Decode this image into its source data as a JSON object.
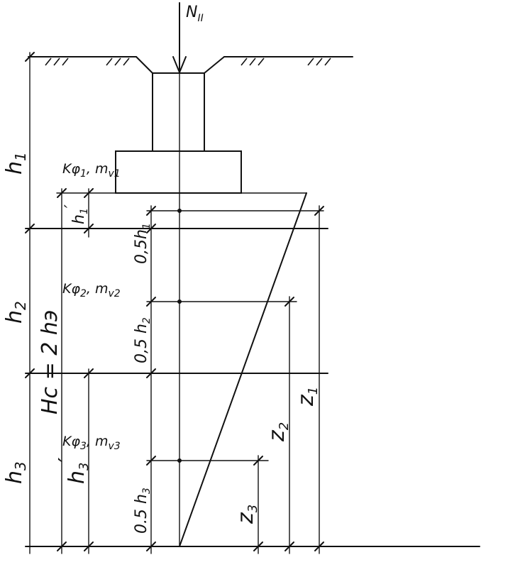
{
  "load_label": "N",
  "load_subscript": "II",
  "layers": [
    {
      "depth_label": "h",
      "depth_sub": "1",
      "props": "Kφ",
      "props_sub": "1",
      "props_m": ", m",
      "props_m_sub": "v1"
    },
    {
      "depth_label": "h",
      "depth_sub": "2",
      "props": "Kφ",
      "props_sub": "2",
      "props_m": ", m",
      "props_m_sub": "v2"
    },
    {
      "depth_label": "h",
      "depth_sub": "3",
      "props": "Kφ",
      "props_sub": "3",
      "props_m": ", m",
      "props_m_sub": "v3"
    }
  ],
  "h1_prime": "h",
  "h1_prime_sub": "1",
  "h3_prime": "h",
  "h3_prime_sub": "3",
  "half_h1": "0,5h",
  "half_h1_sub": "1",
  "half_h2": "0,5 h",
  "half_h2_sub": "2",
  "half_h3": "0.5 h",
  "half_h3_sub": "3",
  "hc_label": "Hc = 2 hэ",
  "z1": "z",
  "z1_sub": "1",
  "z2": "z",
  "z2_sub": "2",
  "z3": "z",
  "z3_sub": "3"
}
